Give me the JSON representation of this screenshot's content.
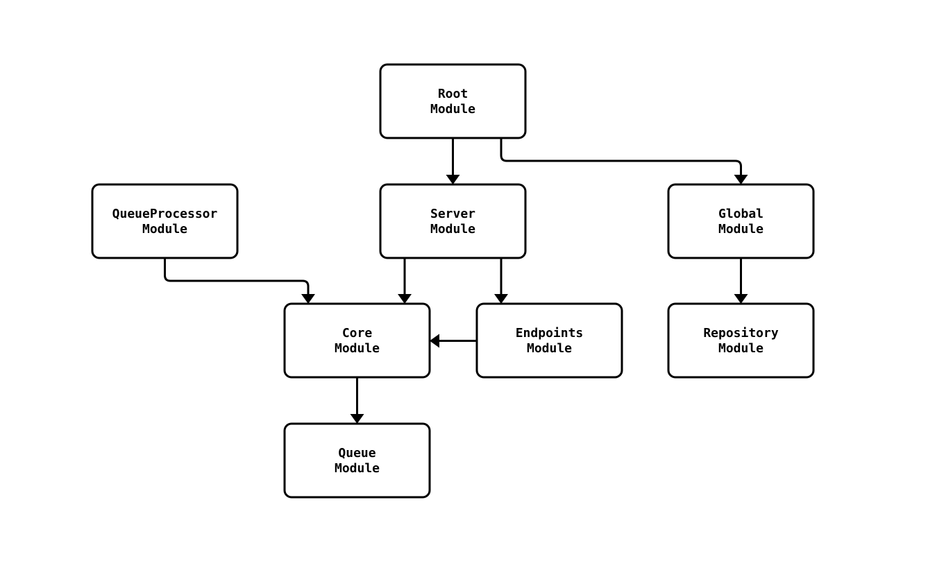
{
  "diagram": {
    "type": "module-dependency-graph",
    "colors": {
      "background": "#ffffff",
      "node_fill": "#ffffff",
      "node_stroke": "#000000",
      "edge_stroke": "#000000",
      "text": "#000000"
    },
    "nodes": {
      "root": {
        "line1": "Root",
        "line2": "Module"
      },
      "queue_processor": {
        "line1": "QueueProcessor",
        "line2": "Module"
      },
      "server": {
        "line1": "Server",
        "line2": "Module"
      },
      "global": {
        "line1": "Global",
        "line2": "Module"
      },
      "core": {
        "line1": "Core",
        "line2": "Module"
      },
      "endpoints": {
        "line1": "Endpoints",
        "line2": "Module"
      },
      "repository": {
        "line1": "Repository",
        "line2": "Module"
      },
      "queue": {
        "line1": "Queue",
        "line2": "Module"
      }
    },
    "edges": [
      {
        "from": "Root Module",
        "to": "Server Module"
      },
      {
        "from": "Root Module",
        "to": "Global Module"
      },
      {
        "from": "QueueProcessor Module",
        "to": "Core Module"
      },
      {
        "from": "Server Module",
        "to": "Core Module"
      },
      {
        "from": "Server Module",
        "to": "Endpoints Module"
      },
      {
        "from": "Endpoints Module",
        "to": "Core Module"
      },
      {
        "from": "Global Module",
        "to": "Repository Module"
      },
      {
        "from": "Core Module",
        "to": "Queue Module"
      }
    ]
  }
}
